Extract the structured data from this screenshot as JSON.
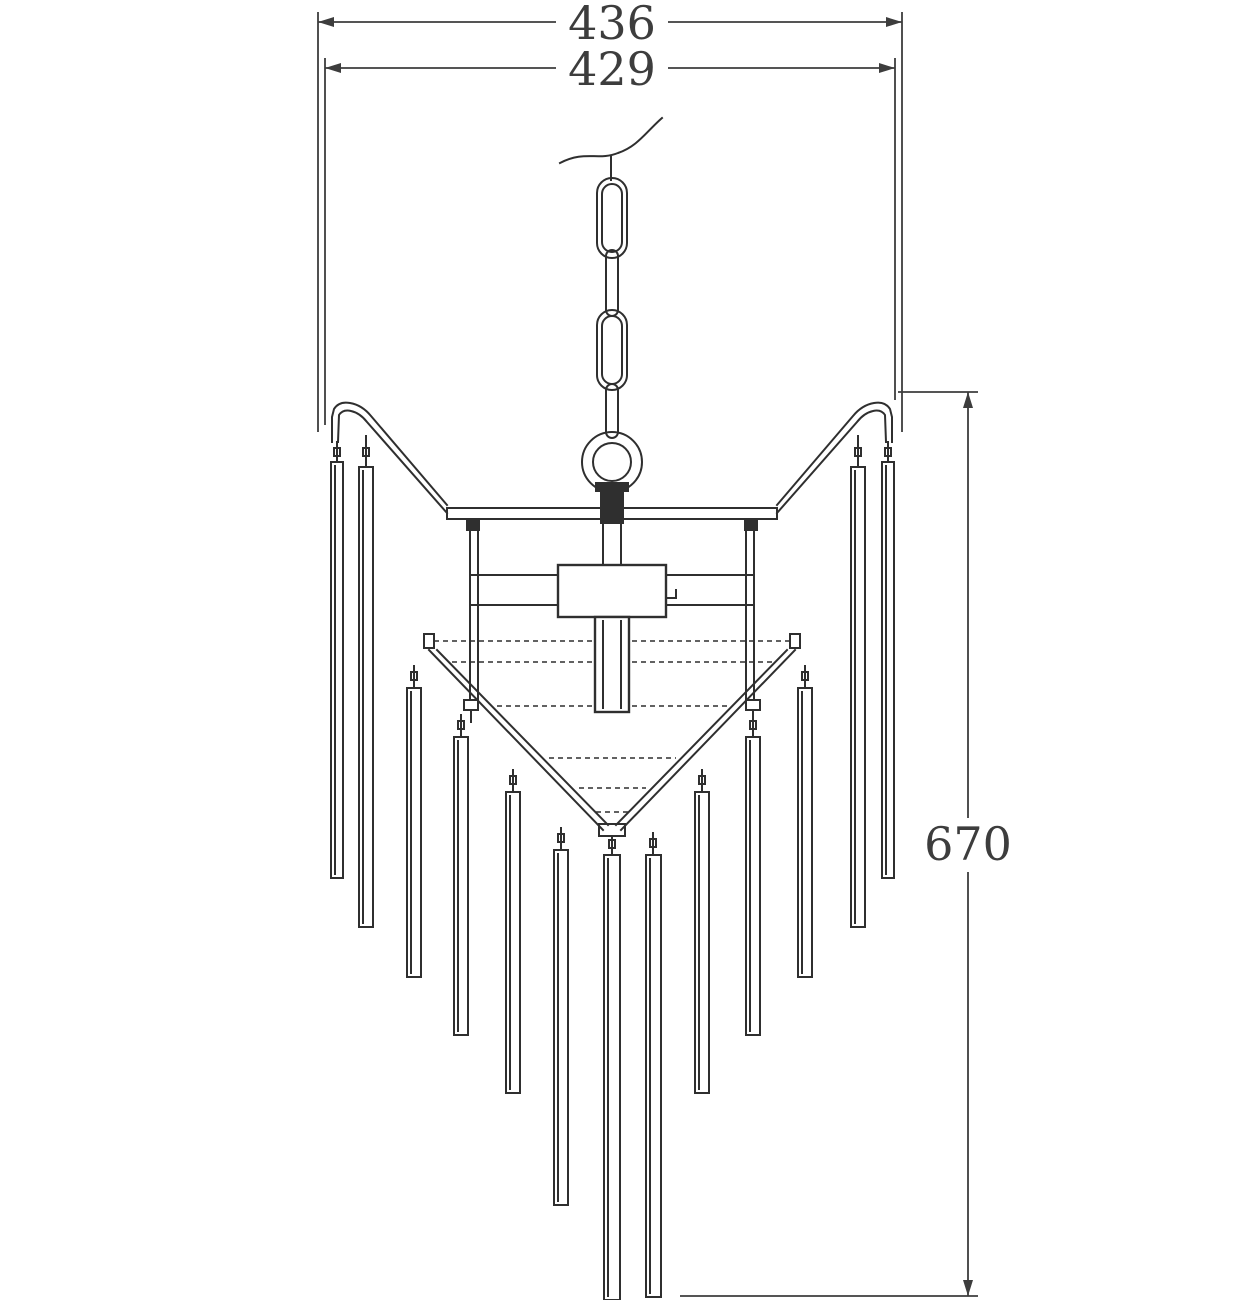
{
  "drawing": {
    "dim_width_outer": "436",
    "dim_width_inner": "429",
    "dim_height": "670"
  },
  "colors": {
    "line": "#2f2f2f",
    "dim_text": "#3d3d3d",
    "background": "#ffffff"
  }
}
